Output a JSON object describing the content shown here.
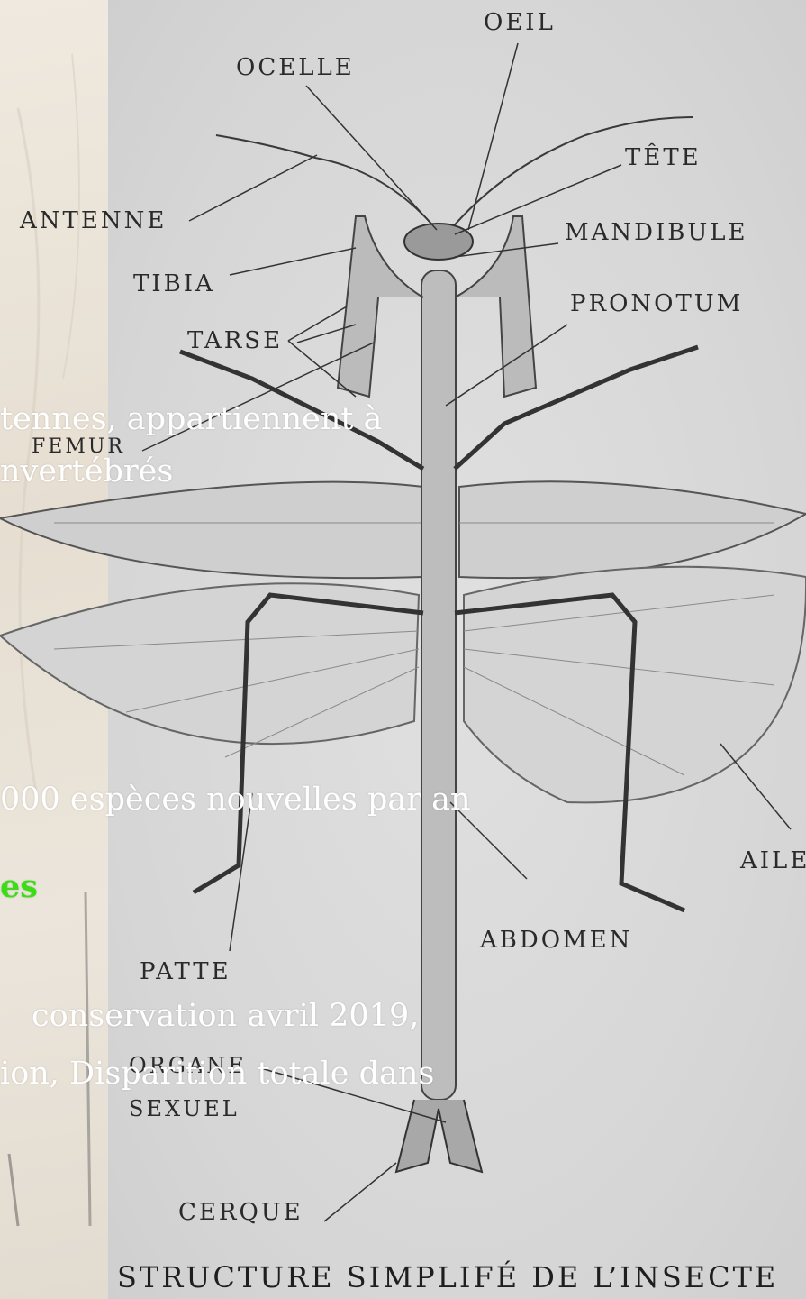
{
  "labels": {
    "oeil": "OEIL",
    "ocelle": "OCELLE",
    "tete": "TÊTE",
    "antenne": "ANTENNE",
    "mandibule": "MANDIBULE",
    "tibia": "TIBIA",
    "pronotum": "PRONOTUM",
    "tarse": "TARSE",
    "femur": "FEMUR",
    "aile": "AILE",
    "abdomen": "ABDOMEN",
    "patte": "PATTE",
    "organe_line1": "ORGANE",
    "organe_line2": "SEXUEL",
    "cerque": "CERQUE"
  },
  "caption": "STRUCTURE SIMPLIFÉ DE L’INSECTE",
  "overlay_text": {
    "line1": "tennes, appartiennent à",
    "line2": "nvertébrés",
    "line3": "000 espèces nouvelles par an",
    "line4": "es",
    "line5": "conservation avril 2019,",
    "line6": "ion, Disparition totale dans"
  },
  "colors": {
    "overlay_text": "#ffffff",
    "highlight_text": "#3ddc18",
    "plate_background": "#d9d9d9",
    "paper_background": "#ebe5db"
  }
}
